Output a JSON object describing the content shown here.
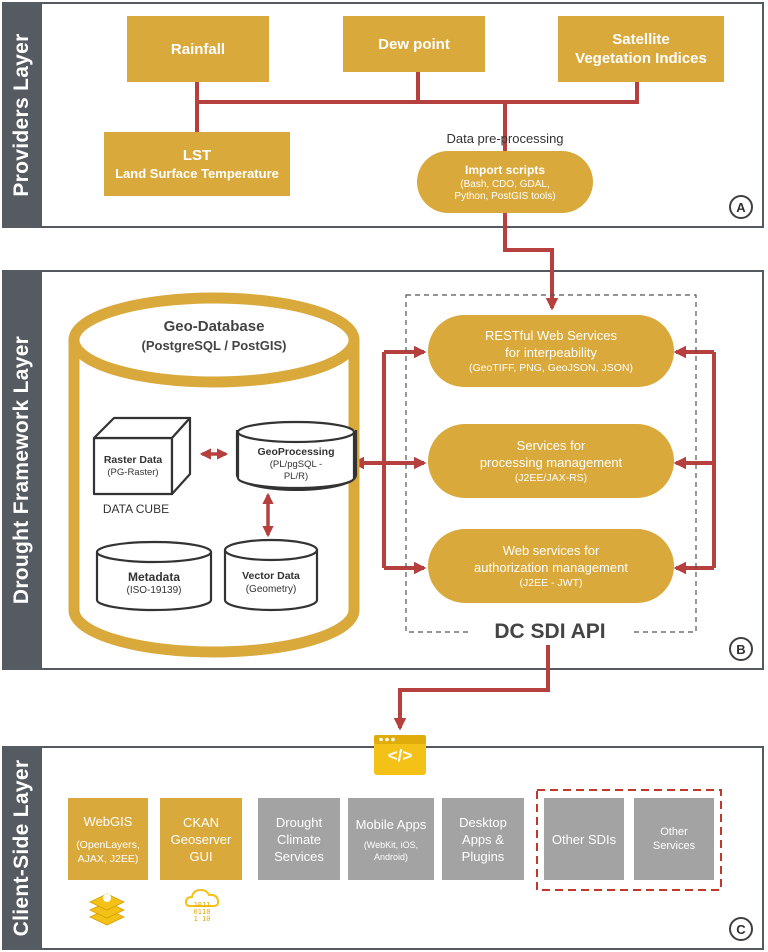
{
  "layers": {
    "providers": "Providers Layer",
    "framework": "Drought Framework Layer",
    "client": "Client-Side Layer"
  },
  "markers": {
    "a": "A",
    "b": "B",
    "c": "C"
  },
  "providers": {
    "rainfall": "Rainfall",
    "dew_point": "Dew point",
    "satellite_l1": "Satellite",
    "satellite_l2": "Vegetation Indices",
    "lst_title": "LST",
    "lst_sub": "Land Surface Temperature",
    "preprocessing_label": "Data pre-processing",
    "import_title": "Import scripts",
    "import_l1": "(Bash, CDO, GDAL,",
    "import_l2": "Python, PostGIS tools)"
  },
  "framework": {
    "geodb_title": "Geo-Database",
    "geodb_sub": "(PostgreSQL / PostGIS)",
    "raster_title": "Raster Data",
    "raster_sub": "(PG-Raster)",
    "data_cube": "DATA CUBE",
    "geoproc_title": "GeoProcessing",
    "geoproc_l1": "(PL/pgSQL -",
    "geoproc_l2": "PL/R)",
    "metadata_title": "Metadata",
    "metadata_sub": "(ISO-19139)",
    "vector_title": "Vector Data",
    "vector_sub": "(Geometry)",
    "restful_l1": "RESTful Web Services",
    "restful_l2": "for interpeability",
    "restful_sub": "(GeoTIFF, PNG, GeoJSON, JSON)",
    "procmgmt_l1": "Services for",
    "procmgmt_l2": "processing management",
    "procmgmt_sub": "(J2EE/JAX-RS)",
    "auth_l1": "Web services for",
    "auth_l2": "authorization management",
    "auth_sub": "(J2EE - JWT)",
    "api_label": "DC SDI API"
  },
  "client": {
    "webgis_title": "WebGIS",
    "webgis_l1": "(OpenLayers,",
    "webgis_l2": "AJAX, J2EE)",
    "ckan_l1": "CKAN",
    "ckan_l2": "Geoserver",
    "ckan_l3": "GUI",
    "drought_l1": "Drought",
    "drought_l2": "Climate",
    "drought_l3": "Services",
    "mobile_title": "Mobile Apps",
    "mobile_l1": "(WebKit, iOS,",
    "mobile_l2": "Android)",
    "desktop_l1": "Desktop",
    "desktop_l2": "Apps &",
    "desktop_l3": "Plugins",
    "other_sdis": "Other SDIs",
    "other_l1": "Other",
    "other_l2": "Services",
    "code_icon_text": "</>",
    "binary_l1": "1011",
    "binary_l2": "0110",
    "binary_l3": "1 10"
  },
  "colors": {
    "gold": "#d9a93b",
    "arrow": "#b5403d",
    "band": "#565b62",
    "grey_box": "#a3a3a3",
    "dashed_red": "#c0392b"
  }
}
